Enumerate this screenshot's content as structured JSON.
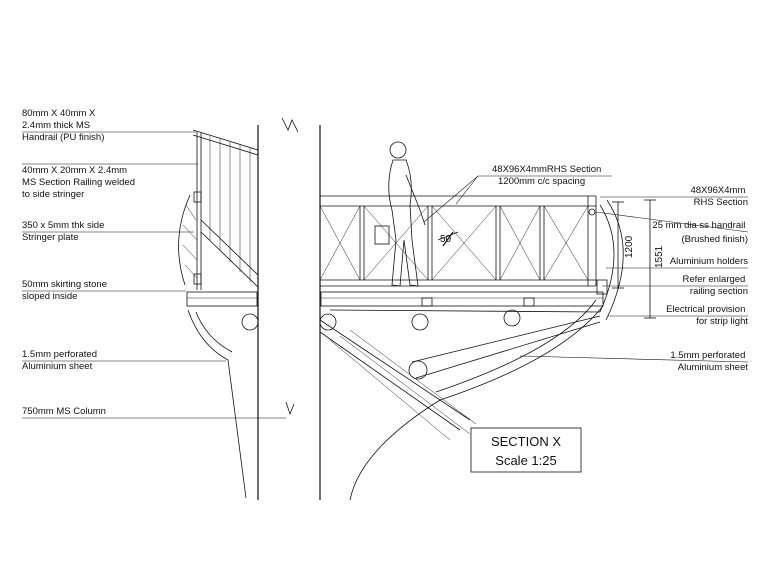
{
  "left_labels": [
    [
      "80mm X 40mm X",
      "2.4mm thick MS",
      "Handrail (PU finish)"
    ],
    [
      "40mm X 20mm X 2.4mm",
      "MS Section Railing welded",
      "to side stringer"
    ],
    [
      "350 x 5mm thk side",
      "Stringer plate"
    ],
    [
      "50mm skirting stone",
      "sloped inside"
    ],
    [
      "1.5mm perforated",
      "Aluminium sheet"
    ],
    [
      "750mm MS Column"
    ]
  ],
  "right_labels": [
    [
      "48X96X4mm",
      "RHS Section"
    ],
    [
      "25 mm dia ss handrail",
      "(Brushed finish)"
    ],
    [
      "Aluminium holders"
    ],
    [
      "Refer enlarged",
      "railing section"
    ],
    [
      "Electrical provision",
      "for strip light"
    ],
    [
      "1.5mm perforated",
      "Aluminium sheet"
    ]
  ],
  "center_label": [
    "48X96X4mmRHS Section",
    "1200mm c/c spacing"
  ],
  "dimensions": {
    "d50": "50",
    "d1200": "1200",
    "d1551": "1551"
  },
  "section_box": {
    "title": "SECTION X",
    "scale": "Scale 1:25"
  }
}
